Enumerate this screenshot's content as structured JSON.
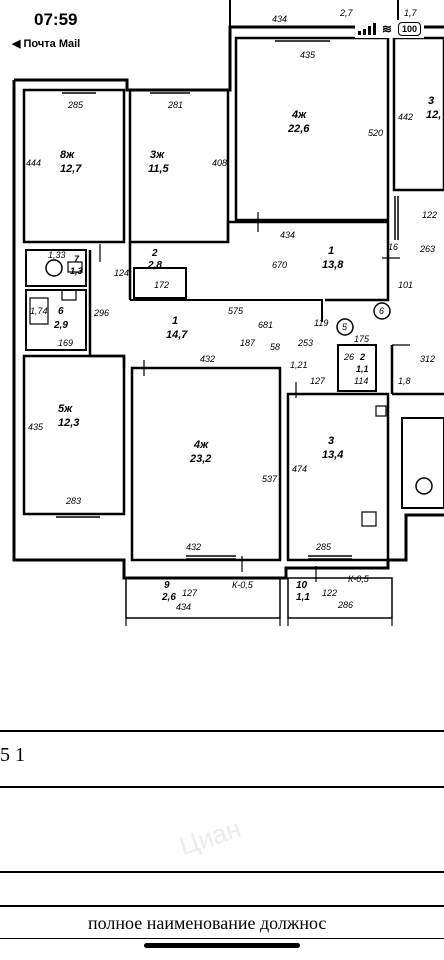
{
  "status": {
    "time": "07:59",
    "back_label": "◀ Почта Mail",
    "battery": "100"
  },
  "floorplan": {
    "rooms": [
      {
        "id": "room-8",
        "number": "8ж",
        "area": "12,7"
      },
      {
        "id": "room-3-top",
        "number": "3ж",
        "area": "11,5"
      },
      {
        "id": "room-4-top",
        "number": "4ж",
        "area": "22,6"
      },
      {
        "id": "room-3-right",
        "number": "3",
        "area": "12,"
      },
      {
        "id": "room-2-top",
        "number": "2",
        "area": "2,8"
      },
      {
        "id": "room-1-mid",
        "number": "1",
        "area": "13,8"
      },
      {
        "id": "room-7",
        "number": "7",
        "area": "1,3"
      },
      {
        "id": "room-6",
        "number": "6",
        "area": "2,9"
      },
      {
        "id": "room-1-hall",
        "number": "1",
        "area": "14,7"
      },
      {
        "id": "room-5",
        "number": "5ж",
        "area": "12,3"
      },
      {
        "id": "room-4-bottom",
        "number": "4ж",
        "area": "23,2"
      },
      {
        "id": "room-3-bottom",
        "number": "3",
        "area": "13,4"
      },
      {
        "id": "room-2-bath",
        "number": "2",
        "area": "1,1"
      },
      {
        "id": "room-9",
        "number": "9",
        "area": "2,6"
      },
      {
        "id": "room-10",
        "number": "10",
        "area": "1,1"
      }
    ],
    "dims": {
      "d434a": "434",
      "d27": "2,7",
      "d17": "1,7",
      "d435": "435",
      "d285": "285",
      "d281": "281",
      "d444": "444",
      "d408": "408",
      "d520": "520",
      "d442": "442",
      "d434b": "434",
      "d670": "670",
      "d172": "172",
      "d16": "16",
      "d101": "101",
      "d122": "122",
      "d263": "263",
      "d575": "575",
      "d681": "681",
      "d169": "169",
      "d296": "296",
      "d432a": "432",
      "d187": "187",
      "d253": "253",
      "d175": "175",
      "d114": "114",
      "d127": "127",
      "d312": "312",
      "d435b": "435",
      "d283": "283",
      "d537": "537",
      "d474": "474",
      "d432b": "432",
      "d285b": "285",
      "d434c": "434",
      "d286": "286",
      "k05a": "К-0,5",
      "k05b": "К-0,5",
      "d124": "124",
      "d127b": "127",
      "d122b": "122",
      "d121": "1,21",
      "d58": "58",
      "d119": "119",
      "d26": "26",
      "d174": "1,74",
      "d118": "1,8",
      "d133": "1,33"
    },
    "markers": [
      "5",
      "6"
    ]
  },
  "document": {
    "row1_text": "5 1",
    "watermark": "Циан",
    "caption": "полное наименование должнос"
  }
}
